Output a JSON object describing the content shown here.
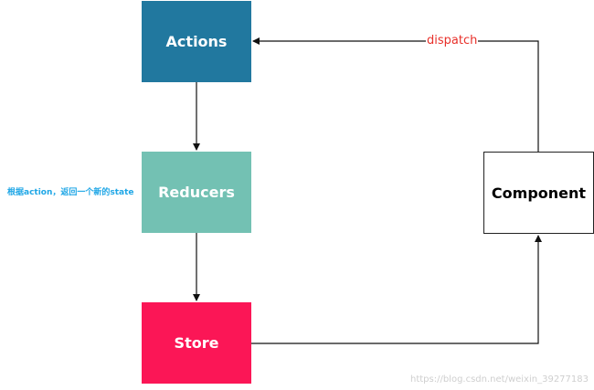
{
  "diagram": {
    "nodes": {
      "actions": "Actions",
      "reducers": "Reducers",
      "store": "Store",
      "component": "Component"
    },
    "edges": {
      "dispatch_label": "dispatch"
    },
    "annotation": "根据action，返回一个新的state",
    "watermark": "https://blog.csdn.net/weixin_39277183"
  },
  "colors": {
    "actions": "#21789f",
    "reducers": "#73c1b3",
    "store": "#fb1656",
    "dispatch": "#e8302a",
    "annotation": "#1ea6e6"
  }
}
